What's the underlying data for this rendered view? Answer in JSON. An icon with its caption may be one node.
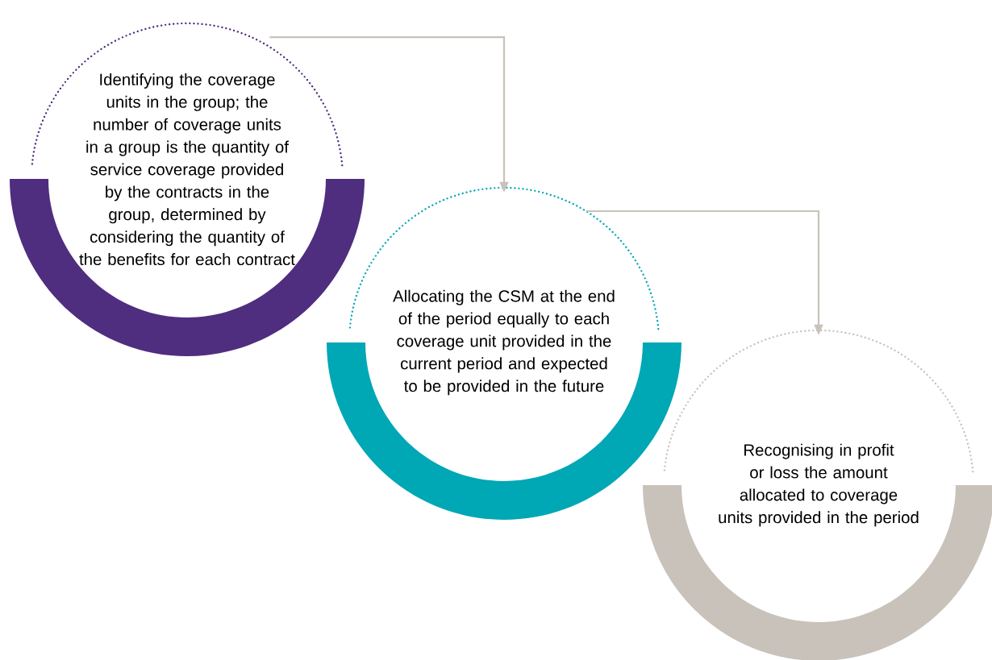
{
  "diagram": {
    "nodes": [
      {
        "text": [
          "Identifying the coverage units in the group; the number of coverage units in a group is the quantity of service coverage provided by the contracts in the group, determined by considering the quantity of the benefits for each contract"
        ]
      },
      {
        "text": [
          "Allocating the CSM at the end of the period equally to each coverage unit provided in the current period and expected to be provided in the future"
        ]
      },
      {
        "text": [
          "Recognising in profit or loss the amount allocated to coverage units provided in the period"
        ]
      }
    ],
    "edges": [
      {
        "from": 0,
        "to": 1,
        "arrow": "to"
      },
      {
        "from": 1,
        "to": 2,
        "arrow": "to"
      }
    ]
  }
}
